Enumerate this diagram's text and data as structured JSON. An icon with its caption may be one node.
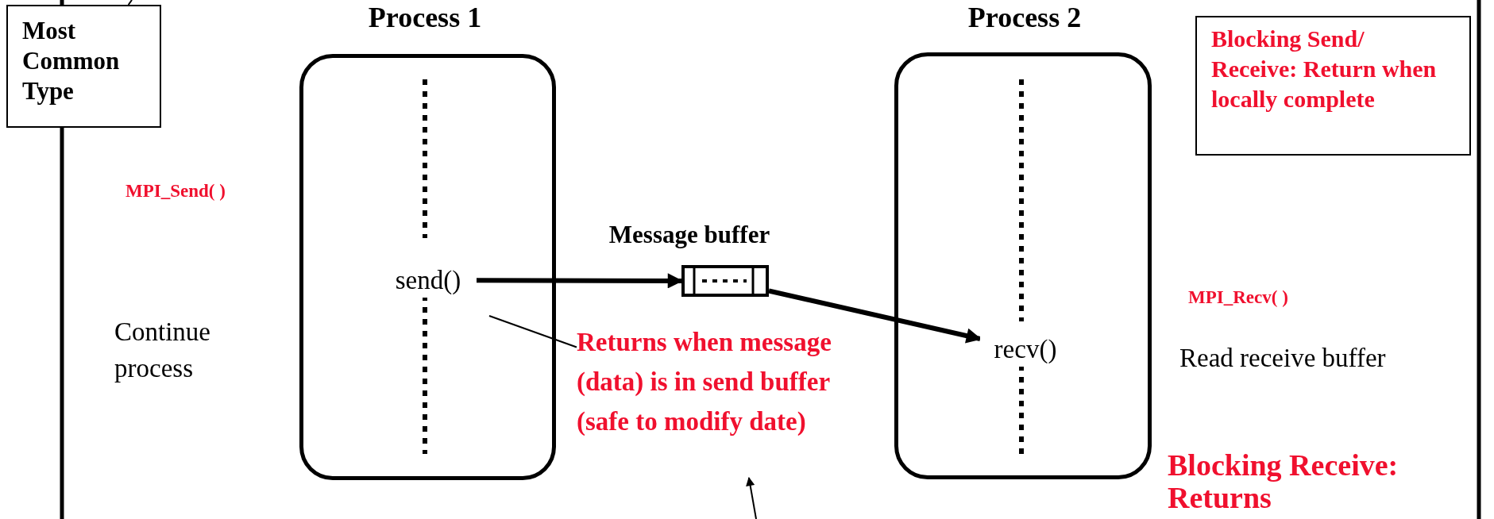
{
  "diagram": {
    "nodes": [
      {
        "text": [
          "Most Common Type"
        ]
      },
      {
        "text": [
          "Process 1"
        ]
      },
      {
        "text": [
          "send()"
        ],
        "in": 1
      },
      {
        "text": [
          "Process 2"
        ]
      },
      {
        "text": [
          "recv()"
        ],
        "in": 3
      },
      {
        "text": [
          "Message buffer"
        ]
      },
      {
        "text": [
          "Returns when message (data) is in send buffer (safe to modify date)"
        ]
      },
      {
        "text": [
          "Blocking Send/ Receive: Return when locally complete"
        ]
      }
    ],
    "edges": [
      {
        "from": 2,
        "to": 5,
        "arrow": "to",
        "style": "thick"
      },
      {
        "from": 5,
        "to": 4,
        "arrow": "to",
        "style": "thick"
      },
      {
        "from": 6,
        "to": null,
        "arrow": "none"
      },
      {
        "from": null,
        "to": 6,
        "arrow": "to"
      },
      {
        "from": null,
        "to": 0,
        "arrow": "none"
      }
    ],
    "labels": [
      "MPI_Send( )",
      "Continue process",
      "MPI_Recv( )",
      "Read receive buffer",
      "Blocking Receive: Returns"
    ]
  }
}
